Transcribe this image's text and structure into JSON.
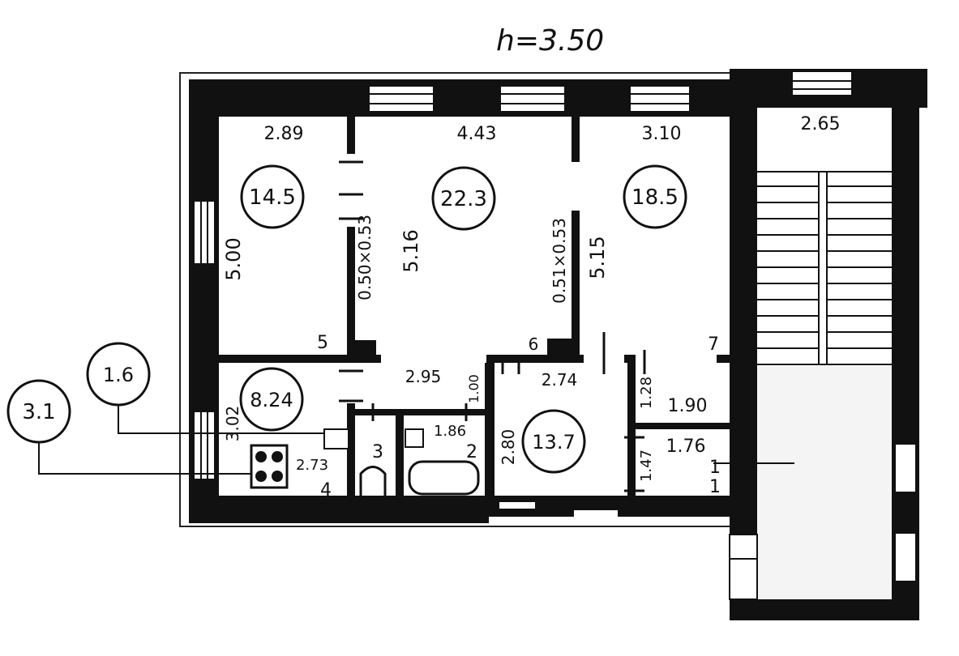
{
  "ceiling_height": "h=3.50",
  "rooms": [
    {
      "id": "room-1",
      "area": "14.5",
      "width": "2.89",
      "length": "5.00"
    },
    {
      "id": "room-2",
      "area": "22.3",
      "width": "4.43",
      "length": "5.16"
    },
    {
      "id": "room-3",
      "area": "18.5",
      "width": "3.10",
      "length": "5.15"
    },
    {
      "id": "kitchen",
      "area": "8.24",
      "width": "2.73",
      "length": "3.02"
    },
    {
      "id": "hall",
      "area": "13.7",
      "width": "2.74",
      "length": "2.80"
    }
  ],
  "small_areas": [
    {
      "id": "balcony-a",
      "value": "3.1"
    },
    {
      "id": "balcony-b",
      "value": "1.6"
    }
  ],
  "dimensions": {
    "corridor_width": "2.95",
    "corridor_depth": "1.00",
    "bath_width": "1.86",
    "closet_width": "1.90",
    "closet_depth": "1.28",
    "wc_width": "1.76",
    "wc_depth": "1.47",
    "stair_width": "2.65",
    "opening_left": "0.50×0.53",
    "opening_right": "0.51×0.53"
  },
  "room_numbers": {
    "n1": "1",
    "n1b": "1",
    "n2": "2",
    "n3": "3",
    "n4": "4",
    "n5": "5",
    "n6": "6",
    "n7": "7"
  }
}
